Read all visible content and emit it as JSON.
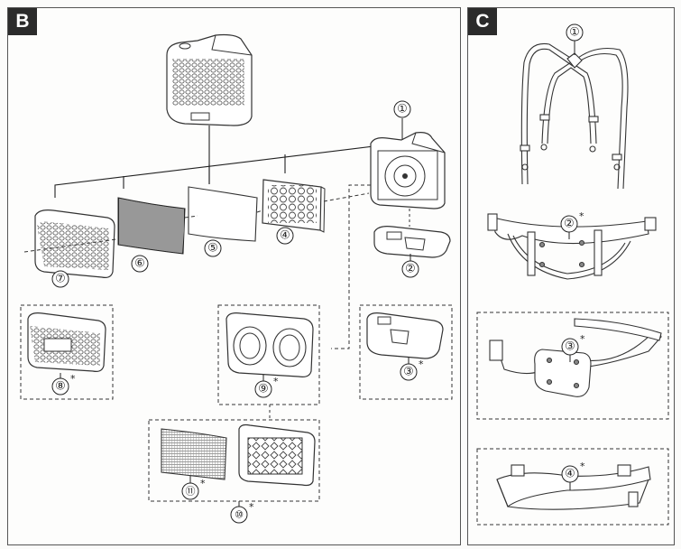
{
  "panels": {
    "B": {
      "tag": "B",
      "callouts": [
        {
          "num": "①",
          "star": ""
        },
        {
          "num": "②",
          "star": ""
        },
        {
          "num": "③",
          "star": "*"
        },
        {
          "num": "④",
          "star": ""
        },
        {
          "num": "⑤",
          "star": ""
        },
        {
          "num": "⑥",
          "star": ""
        },
        {
          "num": "⑦",
          "star": ""
        },
        {
          "num": "⑧",
          "star": "*"
        },
        {
          "num": "⑨",
          "star": "*"
        },
        {
          "num": "⑩",
          "star": "*"
        },
        {
          "num": "⑪",
          "star": "*"
        }
      ],
      "parts": [
        "assembled-unit",
        "blower-unit",
        "battery",
        "battery-alt",
        "filter",
        "pre-filter",
        "spark-arrestor",
        "front-cover",
        "front-cover-alt",
        "dual-filter-cover",
        "filter-cassette",
        "cassette-filter-pad"
      ]
    },
    "C": {
      "tag": "C",
      "callouts": [
        {
          "num": "①",
          "star": ""
        },
        {
          "num": "②",
          "star": "*"
        },
        {
          "num": "③",
          "star": "*"
        },
        {
          "num": "④",
          "star": "*"
        }
      ],
      "parts": [
        "shoulder-harness",
        "padded-belt",
        "comfort-belt",
        "standard-belt"
      ]
    }
  }
}
